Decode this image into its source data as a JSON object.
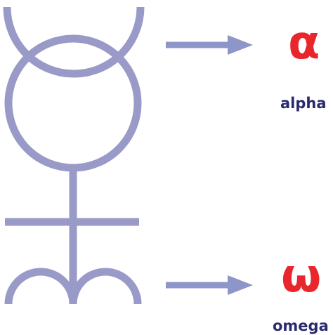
{
  "symbol": {
    "icon": "mercury-symbol-icon",
    "color": "#9a9ac8"
  },
  "arrows": {
    "color": "#8c96c8"
  },
  "alpha": {
    "glyph": "α",
    "caption": "alpha",
    "glyph_color": "#e8262b",
    "caption_color": "#2b2a6e"
  },
  "omega": {
    "glyph": "ω",
    "caption": "omega",
    "glyph_color": "#e8262b",
    "caption_color": "#2b2a6e"
  }
}
